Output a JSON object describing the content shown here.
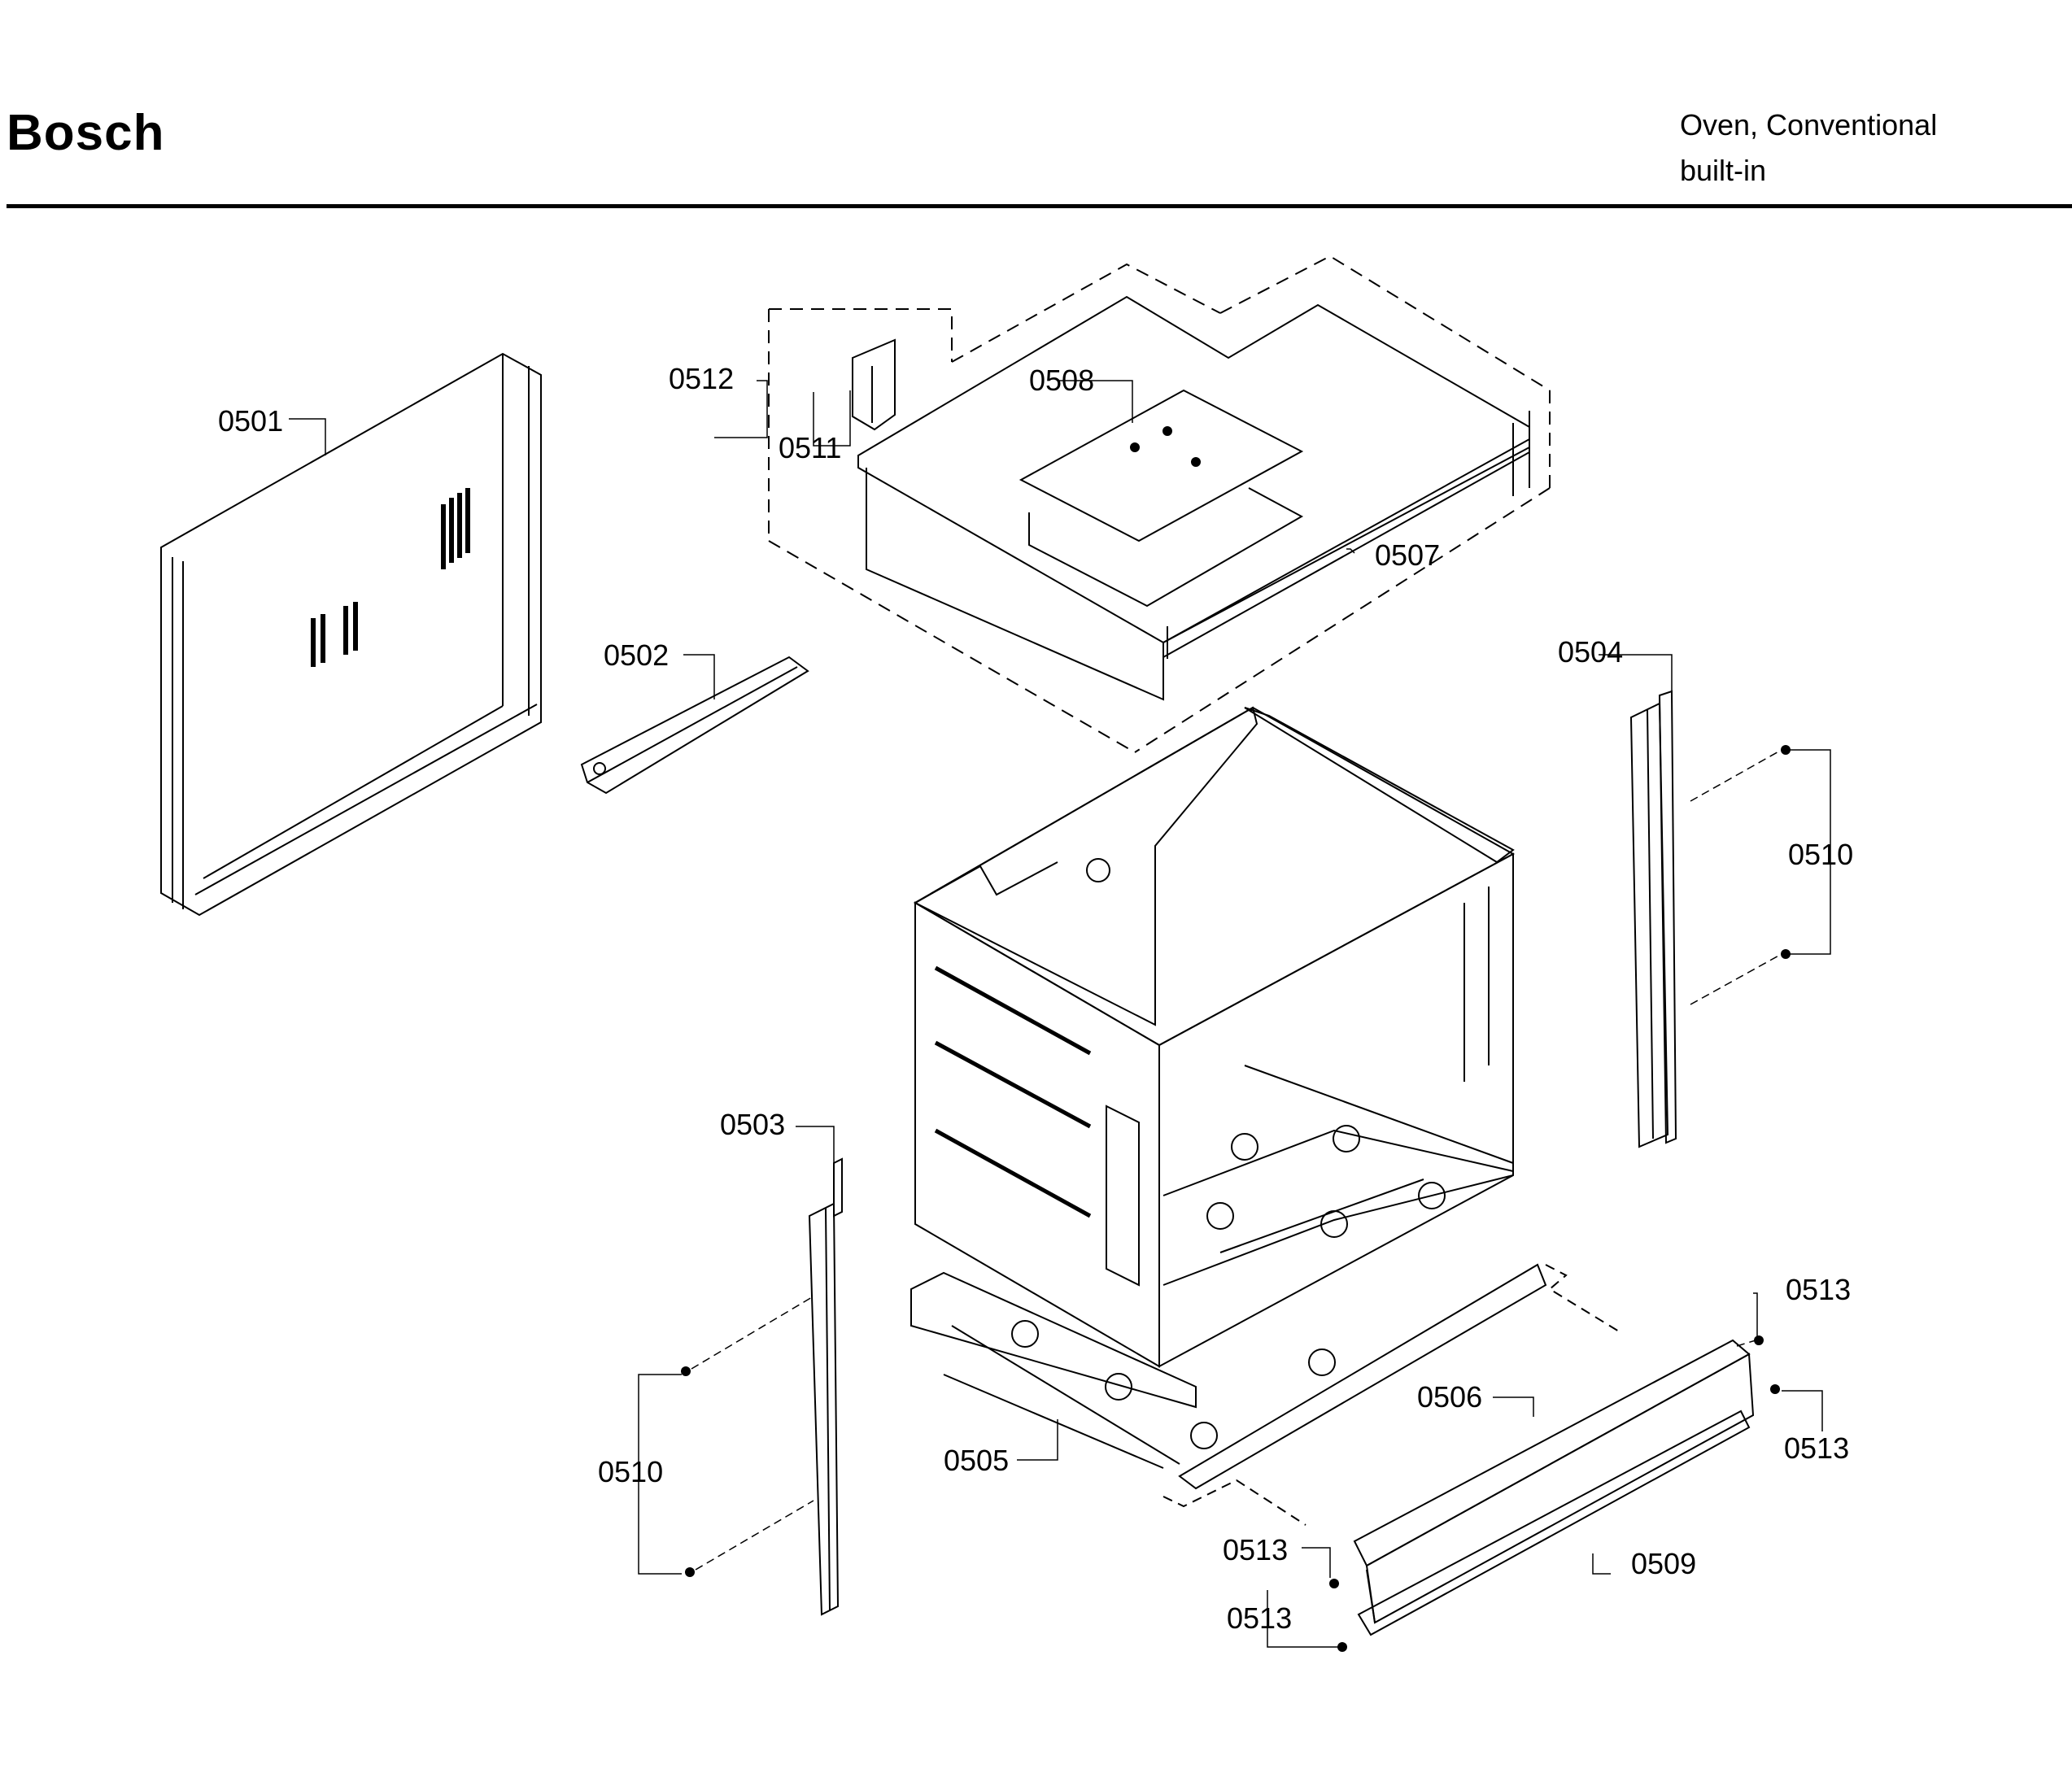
{
  "header": {
    "brand": "Bosch",
    "product_line1": "Oven, Conventional",
    "product_line2": "built-in"
  },
  "callouts": {
    "c0501": "0501",
    "c0502": "0502",
    "c0503": "0503",
    "c0504": "0504",
    "c0505": "0505",
    "c0506": "0506",
    "c0507": "0507",
    "c0508": "0508",
    "c0509": "0509",
    "c0510a": "0510",
    "c0510b": "0510",
    "c0511": "0511",
    "c0512": "0512",
    "c0513a": "0513",
    "c0513b": "0513",
    "c0513c": "0513",
    "c0513d": "0513"
  }
}
